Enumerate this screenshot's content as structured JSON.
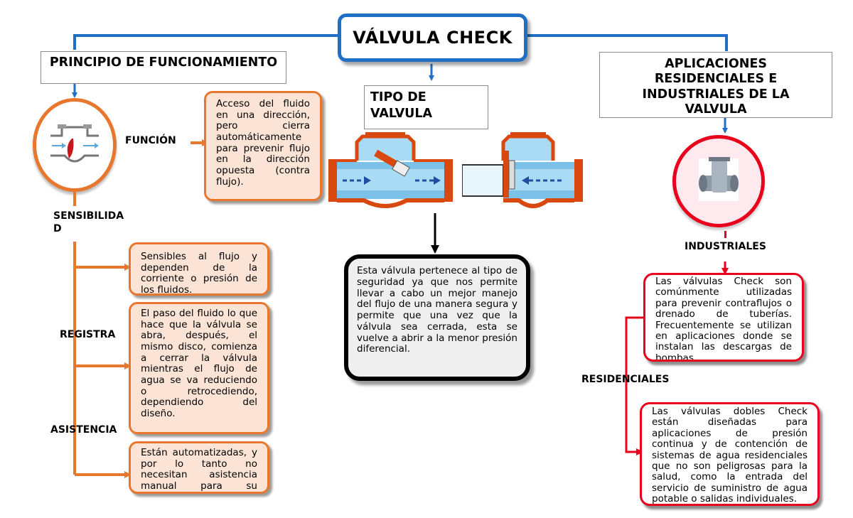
{
  "title": "VÁLVULA CHECK",
  "principio": {
    "heading": "PRINCIPIO DE FUNCIONAMIENTO",
    "funcion_label": "FUNCIÓN",
    "funcion_text": "Acceso del fluido en una dirección, pero cierra automáticamente para prevenir flujo en la dirección opuesta (contra flujo).",
    "sensibilidad_label": "SENSIBILIDAD",
    "sensibilidad_text": "Sensibles al flujo y dependen de la corriente o presión de los fluidos.",
    "registra_label": "REGISTRA",
    "registra_text": "El paso del fluido lo que hace que la válvula se abra, después, el mismo disco, comienza a cerrar la válvula mientras el flujo de agua se va reduciendo o retrocediendo, dependiendo del diseño.",
    "asistencia_label": "ASISTENCIA",
    "asistencia_text": "Están automatizadas, y por lo tanto no necesitan asistencia manual para su funcionamiento."
  },
  "tipo": {
    "heading": "TIPO DE VALVULA",
    "text": "Esta válvula pertenece al tipo de seguridad ya que nos permite llevar a cabo un mejor manejo del flujo de una manera segura y permite que una vez que la válvula sea cerrada, esta se vuelve a abrir a la menor presión diferencial."
  },
  "aplicaciones": {
    "heading": "APLICACIONES RESIDENCIALES E INDUSTRIALES DE LA VALVULA",
    "industriales_label": "INDUSTRIALES",
    "industriales_text": "Las válvulas Check son comúnmente utilizadas para prevenir contraflujos o drenado de tuberías. Frecuentemente se utilizan en aplicaciones donde se instalan las descargas de bombas.",
    "residenciales_label": "RESIDENCIALES",
    "residenciales_text": "Las válvulas dobles Check están diseñadas para aplicaciones de presión continua y de contención de sistemas de agua residenciales que no son peligrosas para la salud, como la entrada del servicio de suministro de agua potable o salidas individuales."
  },
  "colors": {
    "blue": "#1f6fc5",
    "orange": "#e8772e",
    "orange_fill": "#fbe4d5",
    "red": "#e8001c",
    "grey_fill": "#efefef"
  }
}
